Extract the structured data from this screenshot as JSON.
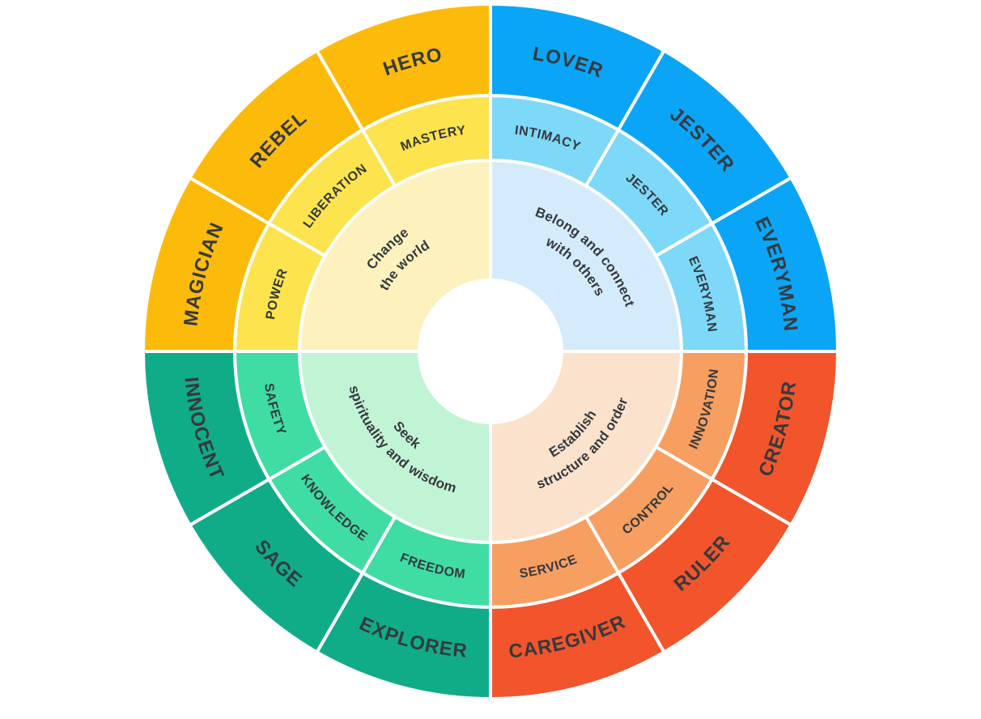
{
  "wheel": {
    "text_color": "#35393E",
    "quadrants": [
      {
        "goal": [
          "Change",
          "the world"
        ],
        "colors": {
          "outer": "#FCBB0B",
          "middle": "#FDE34E",
          "inner": "#FDF1BD"
        },
        "archetypes": [
          "MAGICIAN",
          "REBEL",
          "HERO"
        ],
        "motivations": [
          "POWER",
          "LIBERATION",
          "MASTERY"
        ]
      },
      {
        "goal": [
          "Belong and connect",
          "with others"
        ],
        "colors": {
          "outer": "#0AA5F7",
          "middle": "#7ED8F8",
          "inner": "#D4EBFB"
        },
        "archetypes": [
          "LOVER",
          "JESTER",
          "EVERYMAN"
        ],
        "motivations": [
          "INTIMACY",
          "JESTER",
          "EVERYMAN"
        ]
      },
      {
        "goal": [
          "Establish",
          "structure and order"
        ],
        "colors": {
          "outer": "#F2552B",
          "middle": "#F79E61",
          "inner": "#FAE2CC"
        },
        "archetypes": [
          "CREATOR",
          "RULER",
          "CAREGIVER"
        ],
        "motivations": [
          "INNOVATION",
          "CONTROL",
          "SERVICE"
        ]
      },
      {
        "goal": [
          "Seek",
          "spirituality and wisdom"
        ],
        "colors": {
          "outer": "#10AC87",
          "middle": "#3FDCA4",
          "inner": "#C1F4D5"
        },
        "archetypes": [
          "EXPLORER",
          "SAGE",
          "INNOCENT"
        ],
        "motivations": [
          "FREEDOM",
          "KNOWLEDGE",
          "SAFETY"
        ]
      }
    ]
  }
}
